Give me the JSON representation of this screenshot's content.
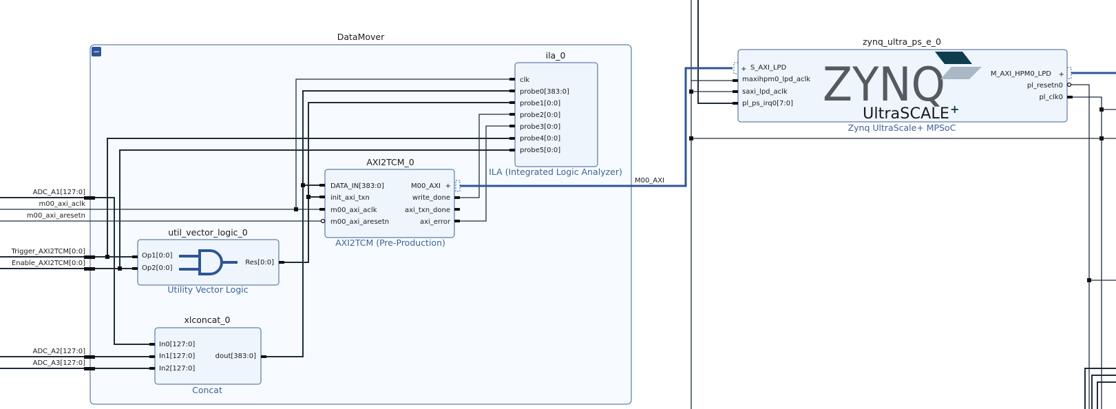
{
  "group": {
    "title": "DataMover",
    "collapse_symbol": "−"
  },
  "ila": {
    "instance": "ila_0",
    "subtitle": "ILA (Integrated Logic Analyzer)",
    "ports": [
      "clk",
      "probe0[383:0]",
      "probe1[0:0]",
      "probe2[0:0]",
      "probe3[0:0]",
      "probe4[0:0]",
      "probe5[0:0]"
    ]
  },
  "axi2tcm": {
    "instance": "AXI2TCM_0",
    "subtitle": "AXI2TCM (Pre-Production)",
    "inputs": [
      "DATA_IN[383:0]",
      "init_axi_txn",
      "m00_axi_aclk",
      "m00_axi_aresetn"
    ],
    "outputs": [
      "M00_AXI",
      "write_done",
      "axi_txn_done",
      "axi_error"
    ],
    "plus": "+"
  },
  "util": {
    "instance": "util_vector_logic_0",
    "subtitle": "Utility Vector Logic",
    "inputs": [
      "Op1[0:0]",
      "Op2[0:0]"
    ],
    "output": "Res[0:0]"
  },
  "concat": {
    "instance": "xlconcat_0",
    "subtitle": "Concat",
    "inputs": [
      "In0[127:0]",
      "In1[127:0]",
      "In2[127:0]"
    ],
    "output": "dout[383:0]"
  },
  "zynq": {
    "instance": "zynq_ultra_ps_e_0",
    "subtitle": "Zynq UltraScale+ MPSoC",
    "inputs": [
      "S_AXI_LPD",
      "maxihpm0_lpd_aclk",
      "saxi_lpd_aclk",
      "pl_ps_irq0[7:0]"
    ],
    "outputs": [
      "M_AXI_HPM0_LPD",
      "pl_resetn0",
      "pl_clk0"
    ],
    "logo_main": "ZYNQ",
    "logo_sub": "UltraSCALE",
    "logo_plus": "+",
    "plus": "+",
    "logo_colors": {
      "dark": "#0e3d4d",
      "light": "#a9b8c4"
    }
  },
  "external_ports": [
    "ADC_A1[127:0]",
    "m00_axi_aclk",
    "m00_axi_aresetn",
    "Trigger_AXI2TCM[0:0]",
    "Enable_AXI2TCM[0:0]",
    "ADC_A2[127:0]",
    "ADC_A3[127:0]"
  ],
  "net_labels": {
    "m00_axi": "M00_AXI"
  },
  "colors": {
    "block_fill": "#eef5fd",
    "block_stroke": "#3d5f91",
    "bus": "#2f5597",
    "wire": "#1d2b3a",
    "subtitle": "#3c6198"
  }
}
